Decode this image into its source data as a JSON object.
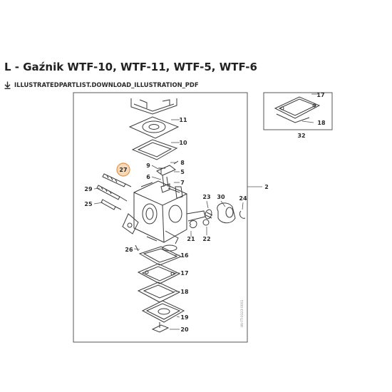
{
  "page": {
    "title": "L - Gaźnik WTF-10, WTF-11, WTF-5, WTF-6",
    "download_link": {
      "label": "ILLUSTRATEDPARTLIST.DOWNLOAD_ILLUSTRATION_PDF",
      "icon": "download-arrow-icon"
    }
  },
  "diagram": {
    "part_labels": [
      "27",
      "29",
      "25",
      "9",
      "6",
      "8",
      "5",
      "7",
      "11",
      "10",
      "2",
      "23",
      "30",
      "24",
      "21",
      "22",
      "26",
      "16",
      "17",
      "18",
      "19",
      "20"
    ],
    "inset_labels": [
      "17",
      "18",
      "32"
    ],
    "highlighted_part": "27",
    "side_code": "HV-FT-0123-0001",
    "colors": {
      "line": "#3a3a3a",
      "highlight_fill": "#f6d9b8",
      "highlight_stroke": "#e2944a"
    }
  }
}
